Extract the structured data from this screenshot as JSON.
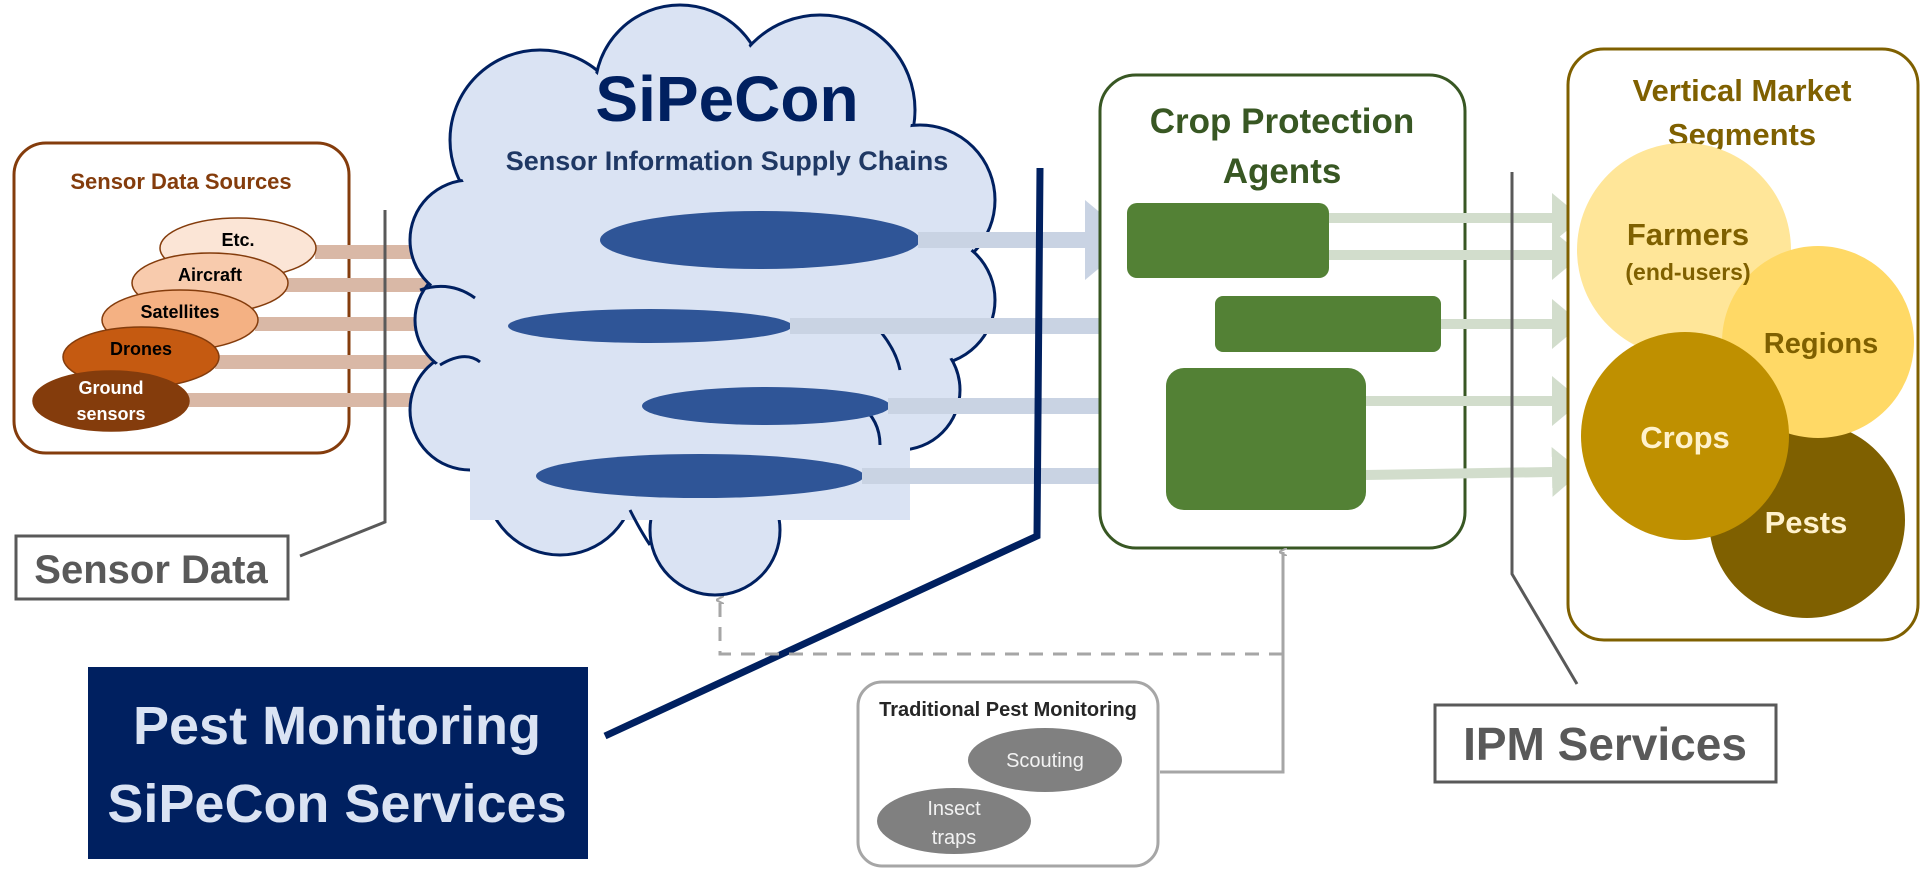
{
  "sensor_data_sources": {
    "title": "Sensor Data Sources",
    "items": [
      {
        "label_1": "Etc.",
        "label_2": "",
        "color": "#FBE5D6"
      },
      {
        "label_1": "Aircraft",
        "label_2": "",
        "color": "#F8CBAD"
      },
      {
        "label_1": "Satellites",
        "label_2": "",
        "color": "#F4B183"
      },
      {
        "label_1": "Drones",
        "label_2": "",
        "color": "#C55A11"
      },
      {
        "label_1": "Ground",
        "label_2": "sensors",
        "color": "#843C0C"
      }
    ]
  },
  "sensor_data_label": "Sensor Data",
  "sipecon": {
    "title": "SiPeCon",
    "subtitle": "Sensor Information Supply Chains"
  },
  "crop_protection": {
    "title_line1": "Crop Protection",
    "title_line2": "Agents"
  },
  "vertical_market": {
    "title_line1": "Vertical Market",
    "title_line2": "Segments",
    "farmers": "Farmers",
    "farmers_sub": "(end-users)",
    "regions": "Regions",
    "crops": "Crops",
    "pests": "Pests"
  },
  "ipm_label": "IPM Services",
  "pest_monitoring": {
    "line1": "Pest Monitoring",
    "line2": "SiPeCon Services"
  },
  "traditional": {
    "title": "Traditional Pest Monitoring",
    "scouting": "Scouting",
    "insect_line1": "Insect",
    "insect_line2": "traps"
  },
  "colors": {
    "brown": "#843C0C",
    "cloud_fill": "#DAE3F3",
    "navy": "#002060",
    "blue_ellipse": "#2F5597",
    "green": "#538135",
    "dark_green": "#385723",
    "gold_border": "#7F6000",
    "gray": "#595959"
  }
}
